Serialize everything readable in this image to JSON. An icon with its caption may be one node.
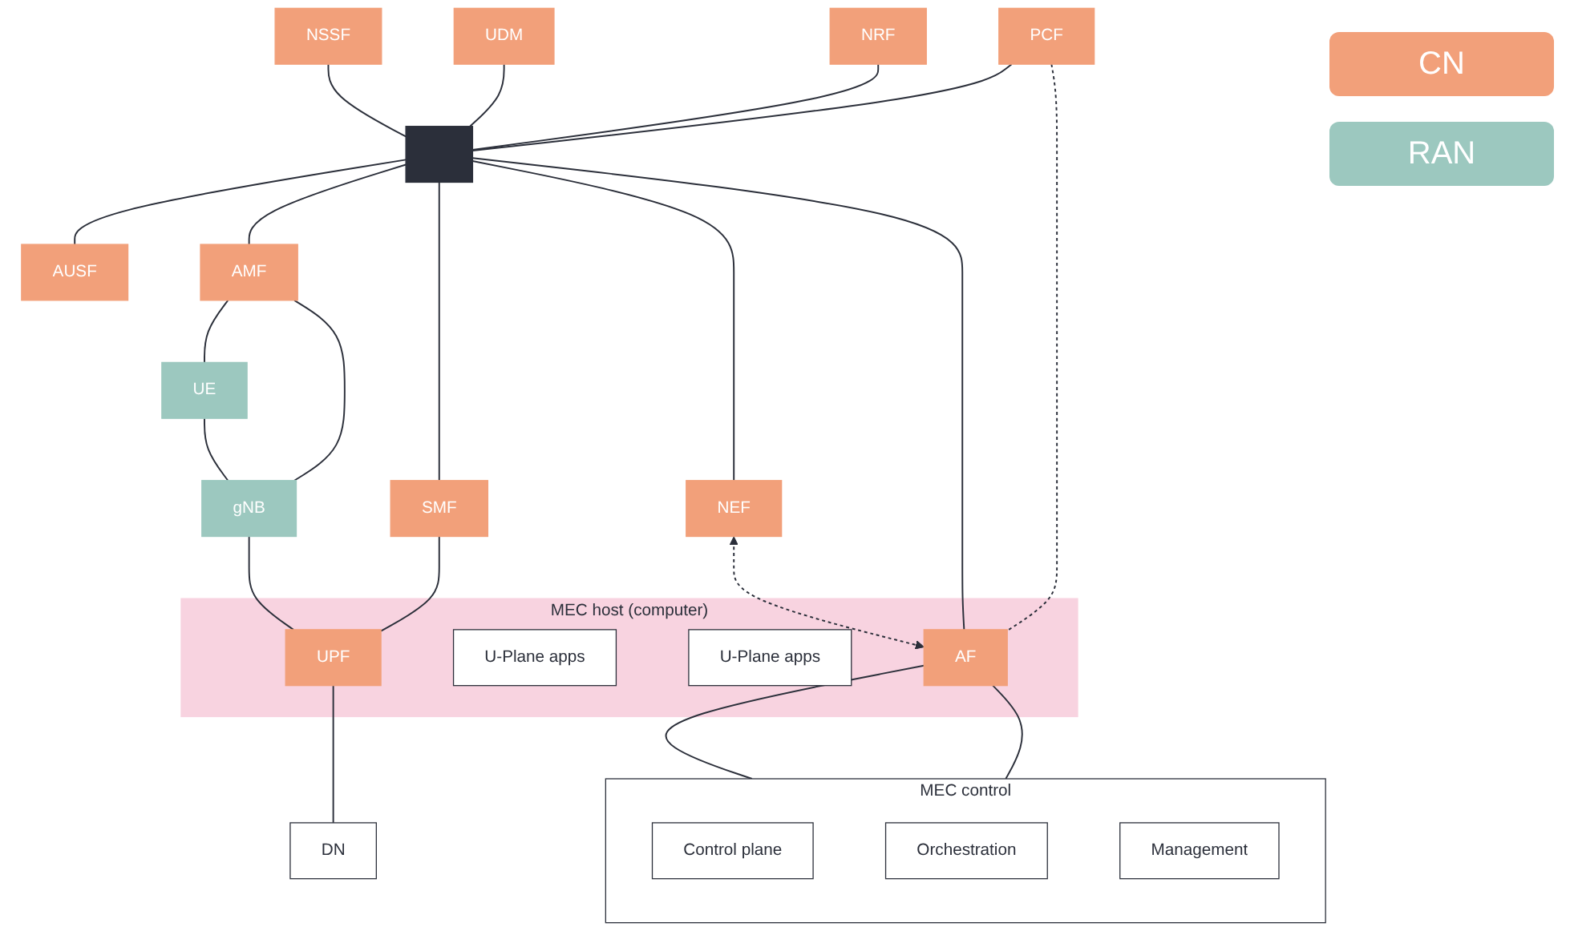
{
  "diagram": {
    "nodes": [
      {
        "text": [
          "NSSF"
        ]
      },
      {
        "text": [
          "UDM"
        ]
      },
      {
        "text": [
          "NRF"
        ]
      },
      {
        "text": [
          "PCF"
        ]
      },
      {
        "text": [],
        "shape": "bar"
      },
      {
        "text": [
          "AUSF"
        ]
      },
      {
        "text": [
          "AMF"
        ]
      },
      {
        "text": [
          "SMF"
        ]
      },
      {
        "text": [
          "NEF"
        ]
      },
      {
        "text": [
          "MEC control"
        ]
      },
      {
        "text": [
          "Control plane"
        ],
        "in": 9
      },
      {
        "text": [
          "Orchestration"
        ],
        "in": 9
      },
      {
        "text": [
          "Management"
        ],
        "in": 9
      },
      {
        "text": [
          "MEC host (computer)"
        ]
      },
      {
        "text": [
          "AF"
        ],
        "in": 13
      },
      {
        "text": [
          "U-Plane apps"
        ],
        "in": 13
      },
      {
        "text": [
          "U-Plane apps"
        ],
        "in": 13
      },
      {
        "text": [
          "UPF"
        ],
        "in": 13
      },
      {
        "text": [
          "UE"
        ]
      },
      {
        "text": [
          "gNB"
        ]
      },
      {
        "text": [
          "DN"
        ]
      }
    ],
    "edges": [
      {
        "from": 0,
        "to": 4,
        "arrow": "none"
      },
      {
        "from": 1,
        "to": 4,
        "arrow": "none"
      },
      {
        "from": 2,
        "to": 4,
        "arrow": "none"
      },
      {
        "from": 3,
        "to": 4,
        "arrow": "none"
      },
      {
        "from": 4,
        "to": 5,
        "arrow": "none"
      },
      {
        "from": 4,
        "to": 6,
        "arrow": "none"
      },
      {
        "from": 4,
        "to": 7,
        "arrow": "none"
      },
      {
        "from": 4,
        "to": 8,
        "arrow": "none"
      },
      {
        "from": 4,
        "to": 14,
        "arrow": "none"
      },
      {
        "from": 3,
        "to": 14,
        "arrow": "none",
        "style": "dashed"
      },
      {
        "from": 8,
        "to": 14,
        "arrow": "both",
        "style": "dashed"
      },
      {
        "from": 14,
        "to": 9,
        "arrow": "none"
      },
      {
        "from": 14,
        "to": 9,
        "arrow": "none"
      },
      {
        "from": 6,
        "to": 18,
        "arrow": "none"
      },
      {
        "from": 6,
        "to": 19,
        "arrow": "none"
      },
      {
        "from": 7,
        "to": 17,
        "arrow": "none"
      },
      {
        "from": 18,
        "to": 19,
        "arrow": "none"
      },
      {
        "from": 19,
        "to": 17,
        "arrow": "none"
      },
      {
        "from": 17,
        "to": 20,
        "arrow": "none"
      }
    ],
    "legend": [
      {
        "text": "CN",
        "color": "#f2a07a"
      },
      {
        "text": "RAN",
        "color": "#9cc8bf"
      }
    ]
  }
}
